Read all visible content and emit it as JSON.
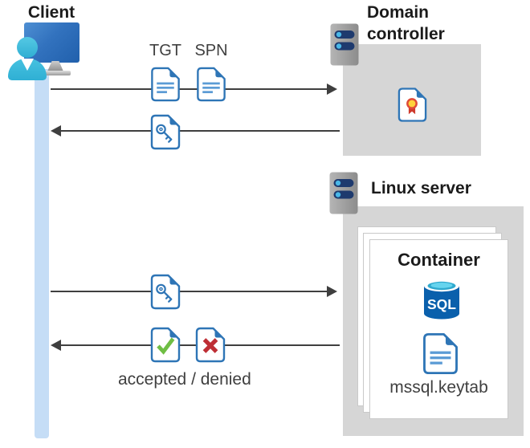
{
  "diagram": {
    "client": {
      "label": "Client"
    },
    "domain_controller": {
      "label_line1": "Domain",
      "label_line2": "controller"
    },
    "linux_server": {
      "label": "Linux server"
    },
    "container": {
      "label": "Container",
      "sql_label": "SQL",
      "keytab_label": "mssql.keytab"
    },
    "messages": {
      "tgt_label": "TGT",
      "spn_label": "SPN",
      "result_label": "accepted / denied"
    },
    "colors": {
      "doc_border_blue": "#2E75B6",
      "doc_line_blue": "#5B9BD5",
      "lifeline_blue": "#C5DDF6",
      "arrow_gray": "#3F3F3F",
      "zone_gray": "#D6D6D6",
      "check_green": "#6FBE44",
      "cross_red": "#BE2E35",
      "cert_yellow": "#FFD23B",
      "cert_ring_red": "#E04A38",
      "cert_ribbon_red": "#CE3A2D",
      "sql_body_blue": "#0A60AC",
      "sql_top_cyan": "#2FA9CE",
      "server_bar_navy": "#1E3A6E",
      "server_dot_cyan": "#49B8E8",
      "person_cyan": "#3ABFDE",
      "monitor_blue": "#3272BE"
    }
  }
}
